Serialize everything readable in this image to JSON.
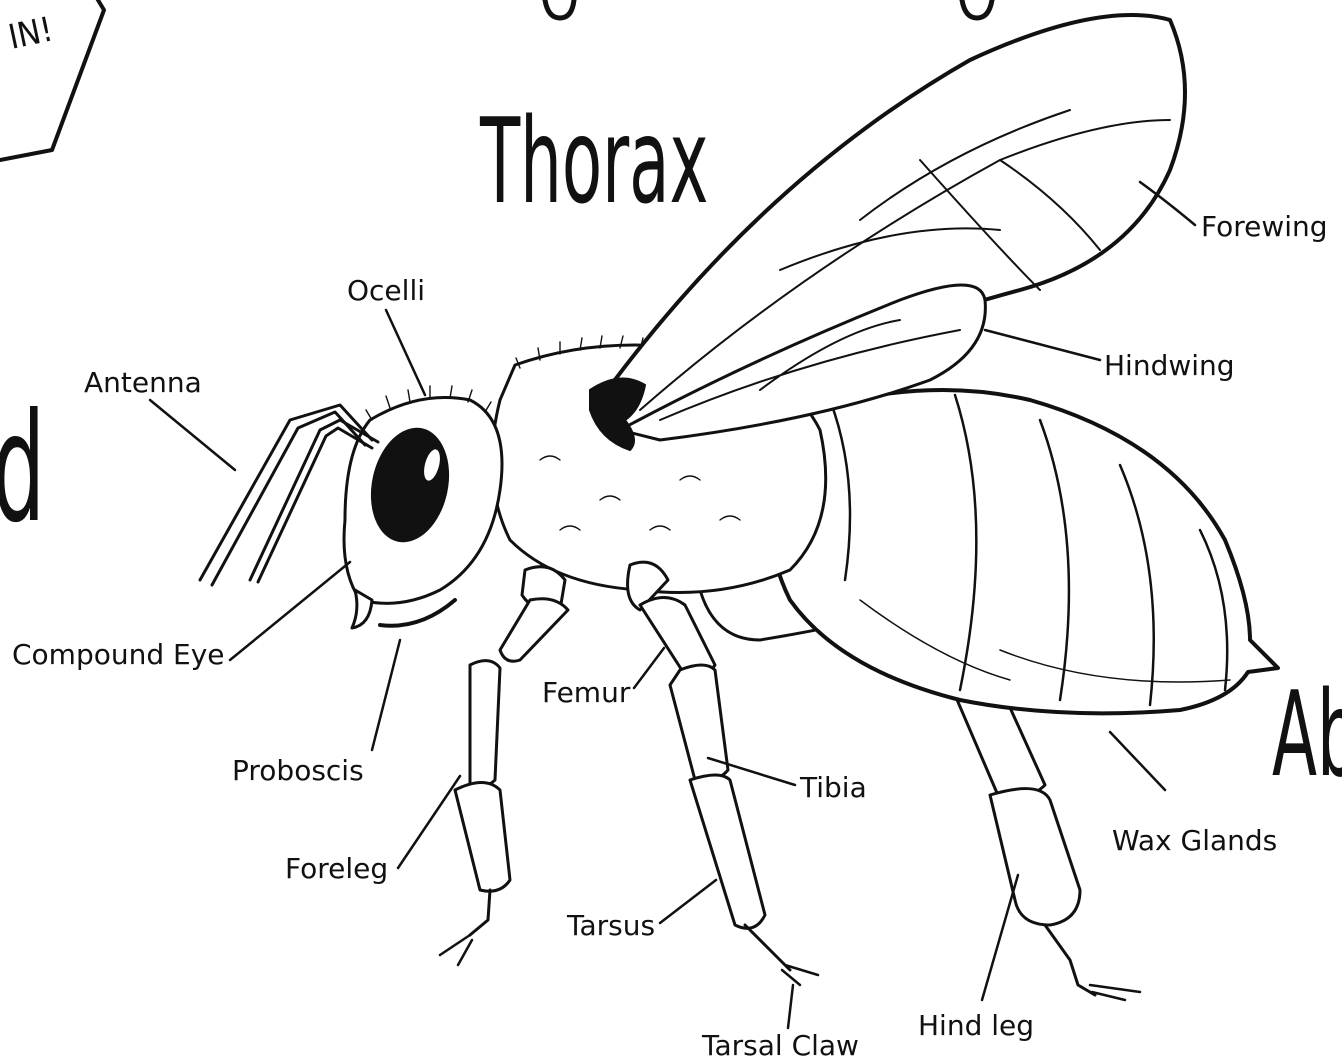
{
  "titles": {
    "thorax": "Thorax",
    "badge": "IN!",
    "partial_left": "d",
    "partial_right": "Ab"
  },
  "labels": {
    "forewing": "Forewing",
    "hindwing": "Hindwing",
    "ocelli": "Ocelli",
    "antenna": "Antenna",
    "compound_eye": "Compound Eye",
    "proboscis": "Proboscis",
    "femur": "Femur",
    "tibia": "Tibia",
    "foreleg": "Foreleg",
    "wax_glands": "Wax Glands",
    "tarsus": "Tarsus",
    "hind_leg": "Hind leg",
    "tarsal_claw": "Tarsal Claw"
  },
  "colors": {
    "ink": "#111111",
    "paper": "#ffffff"
  }
}
